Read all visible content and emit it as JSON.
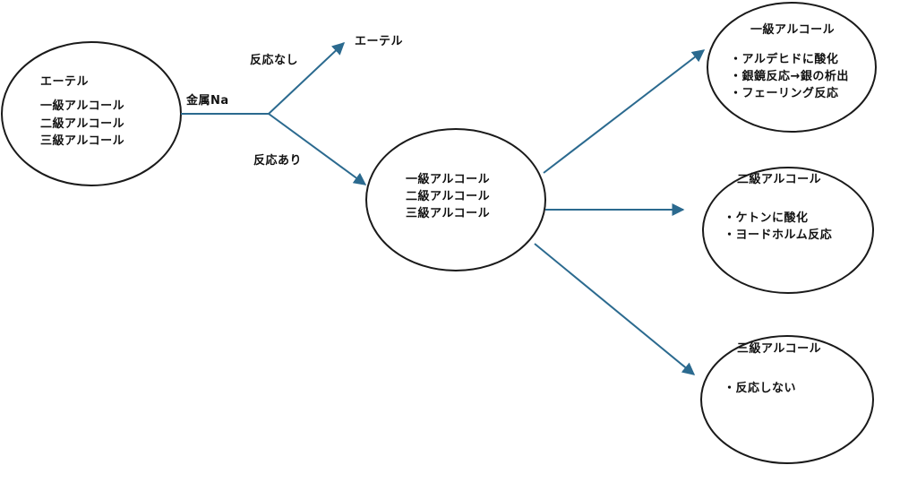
{
  "start": {
    "title": "エーテル",
    "lines": [
      "一級アルコール",
      "二級アルコール",
      "三級アルコール"
    ]
  },
  "branch": {
    "reagent": "金属Na",
    "no_reaction": "反応なし",
    "reaction": "反応あり",
    "ether_result": "エーテル"
  },
  "middle": {
    "lines": [
      "一級アルコール",
      "二級アルコール",
      "三級アルコール"
    ]
  },
  "primary": {
    "title": "一級アルコール",
    "lines": [
      "・アルデヒドに酸化",
      "・銀鏡反応→銀の析出",
      "・フェーリング反応"
    ]
  },
  "secondary": {
    "title": "二級アルコール",
    "lines": [
      "・ケトンに酸化",
      "・ヨードホルム反応"
    ]
  },
  "tertiary": {
    "title": "三級アルコール",
    "lines": [
      "・反応しない"
    ]
  },
  "colors": {
    "arrow": "#2b6a8f",
    "outline": "#1a1a1a"
  }
}
